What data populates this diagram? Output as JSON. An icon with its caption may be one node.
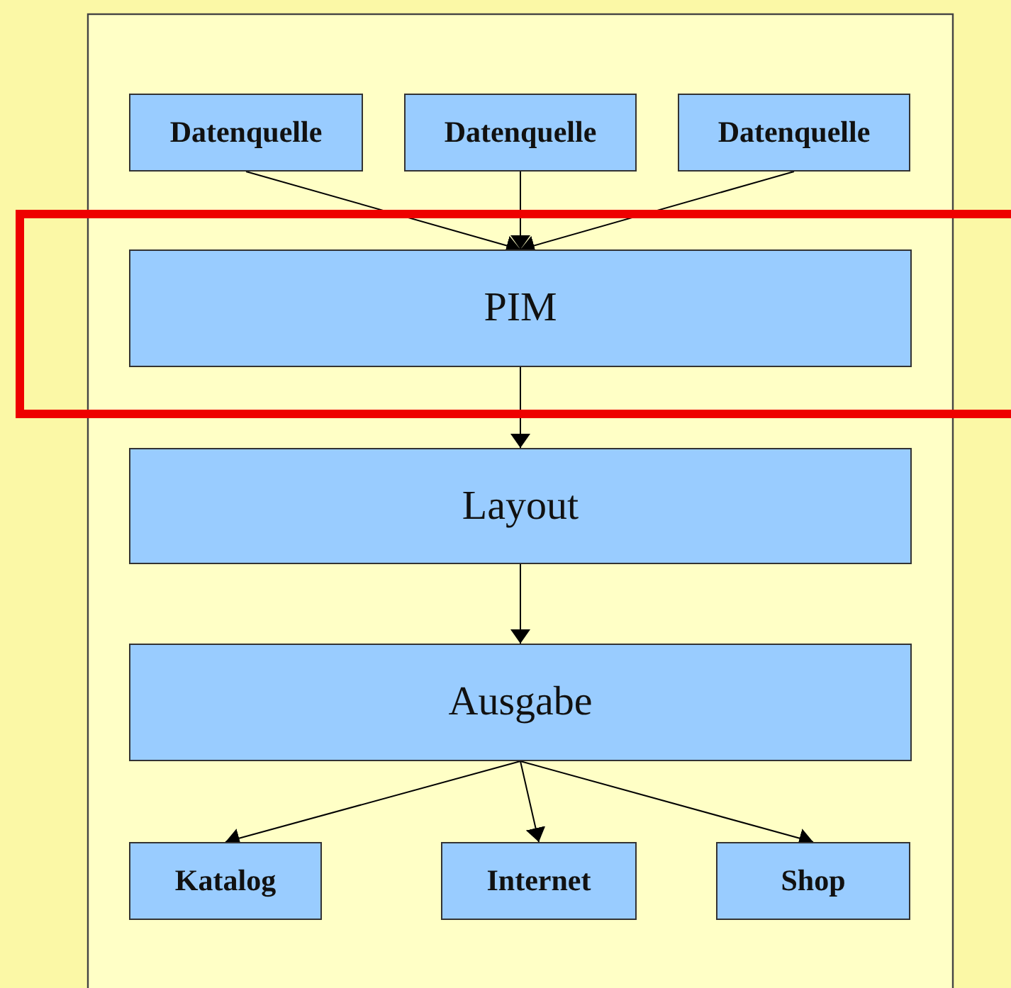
{
  "diagram": {
    "nodes": [
      {
        "text": [
          "Datenquelle"
        ]
      },
      {
        "text": [
          "Datenquelle"
        ]
      },
      {
        "text": [
          "Datenquelle"
        ]
      },
      {
        "text": [
          "PIM"
        ]
      },
      {
        "text": [
          "Layout"
        ]
      },
      {
        "text": [
          "Ausgabe"
        ]
      },
      {
        "text": [
          "Katalog"
        ]
      },
      {
        "text": [
          "Internet"
        ]
      },
      {
        "text": [
          "Shop"
        ]
      }
    ],
    "edges": [
      {
        "from": 0,
        "to": 3,
        "arrow": "to"
      },
      {
        "from": 1,
        "to": 3,
        "arrow": "to"
      },
      {
        "from": 2,
        "to": 3,
        "arrow": "to"
      },
      {
        "from": 3,
        "to": 4,
        "arrow": "to"
      },
      {
        "from": 4,
        "to": 5,
        "arrow": "to"
      },
      {
        "from": 5,
        "to": 6,
        "arrow": "to"
      },
      {
        "from": 5,
        "to": 7,
        "arrow": "to"
      },
      {
        "from": 5,
        "to": 8,
        "arrow": "to"
      }
    ]
  }
}
